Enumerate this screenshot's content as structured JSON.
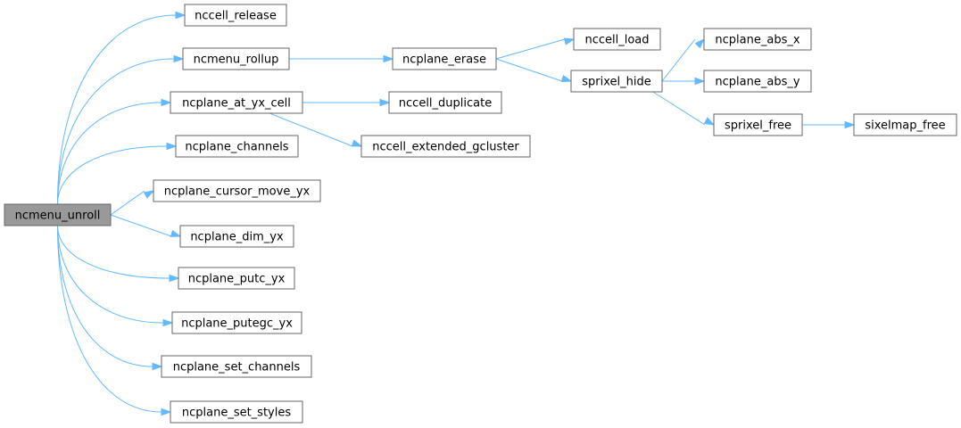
{
  "graph": {
    "root": "ncmenu_unroll",
    "nodes": [
      {
        "id": "ncmenu_unroll",
        "label": "ncmenu_unroll"
      },
      {
        "id": "nccell_release",
        "label": "nccell_release"
      },
      {
        "id": "ncmenu_rollup",
        "label": "ncmenu_rollup"
      },
      {
        "id": "ncplane_at_yx_cell",
        "label": "ncplane_at_yx_cell"
      },
      {
        "id": "ncplane_channels",
        "label": "ncplane_channels"
      },
      {
        "id": "ncplane_cursor_move_yx",
        "label": "ncplane_cursor_move_yx"
      },
      {
        "id": "ncplane_dim_yx",
        "label": "ncplane_dim_yx"
      },
      {
        "id": "ncplane_putc_yx",
        "label": "ncplane_putc_yx"
      },
      {
        "id": "ncplane_putegc_yx",
        "label": "ncplane_putegc_yx"
      },
      {
        "id": "ncplane_set_channels",
        "label": "ncplane_set_channels"
      },
      {
        "id": "ncplane_set_styles",
        "label": "ncplane_set_styles"
      },
      {
        "id": "ncplane_erase",
        "label": "ncplane_erase"
      },
      {
        "id": "nccell_duplicate",
        "label": "nccell_duplicate"
      },
      {
        "id": "nccell_extended_gcluster",
        "label": "nccell_extended_gcluster"
      },
      {
        "id": "nccell_load",
        "label": "nccell_load"
      },
      {
        "id": "sprixel_hide",
        "label": "sprixel_hide"
      },
      {
        "id": "ncplane_abs_x",
        "label": "ncplane_abs_x"
      },
      {
        "id": "ncplane_abs_y",
        "label": "ncplane_abs_y"
      },
      {
        "id": "sprixel_free",
        "label": "sprixel_free"
      },
      {
        "id": "sixelmap_free",
        "label": "sixelmap_free"
      }
    ],
    "edges": [
      {
        "from": "ncmenu_unroll",
        "to": "nccell_release"
      },
      {
        "from": "ncmenu_unroll",
        "to": "ncmenu_rollup"
      },
      {
        "from": "ncmenu_unroll",
        "to": "ncplane_at_yx_cell"
      },
      {
        "from": "ncmenu_unroll",
        "to": "ncplane_channels"
      },
      {
        "from": "ncmenu_unroll",
        "to": "ncplane_cursor_move_yx"
      },
      {
        "from": "ncmenu_unroll",
        "to": "ncplane_dim_yx"
      },
      {
        "from": "ncmenu_unroll",
        "to": "ncplane_putc_yx"
      },
      {
        "from": "ncmenu_unroll",
        "to": "ncplane_putegc_yx"
      },
      {
        "from": "ncmenu_unroll",
        "to": "ncplane_set_channels"
      },
      {
        "from": "ncmenu_unroll",
        "to": "ncplane_set_styles"
      },
      {
        "from": "ncmenu_rollup",
        "to": "ncplane_erase"
      },
      {
        "from": "ncplane_at_yx_cell",
        "to": "nccell_duplicate"
      },
      {
        "from": "ncplane_at_yx_cell",
        "to": "nccell_extended_gcluster"
      },
      {
        "from": "ncplane_erase",
        "to": "nccell_load"
      },
      {
        "from": "ncplane_erase",
        "to": "sprixel_hide"
      },
      {
        "from": "sprixel_hide",
        "to": "ncplane_abs_x"
      },
      {
        "from": "sprixel_hide",
        "to": "ncplane_abs_y"
      },
      {
        "from": "sprixel_hide",
        "to": "sprixel_free"
      },
      {
        "from": "sprixel_free",
        "to": "sixelmap_free"
      }
    ]
  },
  "colors": {
    "edge": "#63b8ff",
    "node_border": "#666666",
    "node_fill": "#ffffff",
    "root_fill": "#999999",
    "text": "#000000"
  }
}
